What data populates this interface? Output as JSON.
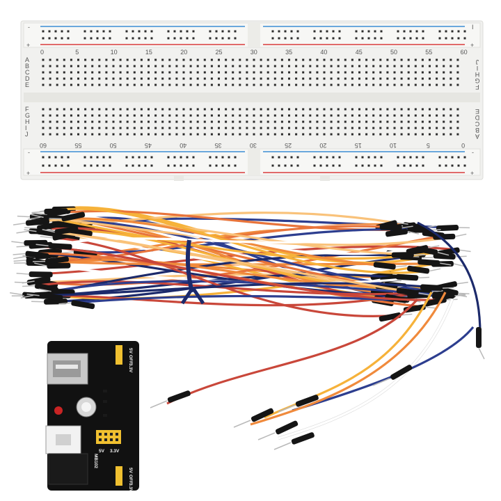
{
  "breadboard": {
    "top_numbers": [
      "0",
      "5",
      "10",
      "15",
      "20",
      "25",
      "30",
      "35",
      "40",
      "45",
      "50",
      "55",
      "60"
    ],
    "bottom_numbers": [
      "60",
      "55",
      "50",
      "45",
      "40",
      "35",
      "30",
      "25",
      "20",
      "15",
      "10",
      "5",
      "0"
    ],
    "left_rows_top": [
      "A",
      "B",
      "C",
      "D",
      "E"
    ],
    "left_rows_bottom": [
      "F",
      "G",
      "H",
      "I",
      "J"
    ],
    "right_rows_top": [
      "J",
      "I",
      "H",
      "G",
      "F"
    ],
    "right_rows_bottom": [
      "E",
      "D",
      "C",
      "B",
      "A"
    ],
    "rail_plus": "+",
    "rail_minus": "-",
    "rail_mark": "I",
    "colors": {
      "body": "#f1f1ef",
      "hole": "#2b2b2b",
      "blue_rail": "#6aa8dc",
      "red_rail": "#e06a6a"
    }
  },
  "power_module": {
    "top_labels": [
      "5V",
      "OFF",
      "3.3V"
    ],
    "bottom_labels": [
      "5V",
      "OFF",
      "3.3V"
    ],
    "side_label": "MB102",
    "header_labels": [
      "5V",
      "3.3V"
    ],
    "colors": {
      "pcb": "#111111",
      "jumper": "#f0c030"
    }
  },
  "wires": {
    "colors": [
      "#f08a3c",
      "#f6b23a",
      "#2d3e8f",
      "#c9473a",
      "#ffffff",
      "#f9c27a",
      "#1c2a6b",
      "#e8743b"
    ]
  }
}
